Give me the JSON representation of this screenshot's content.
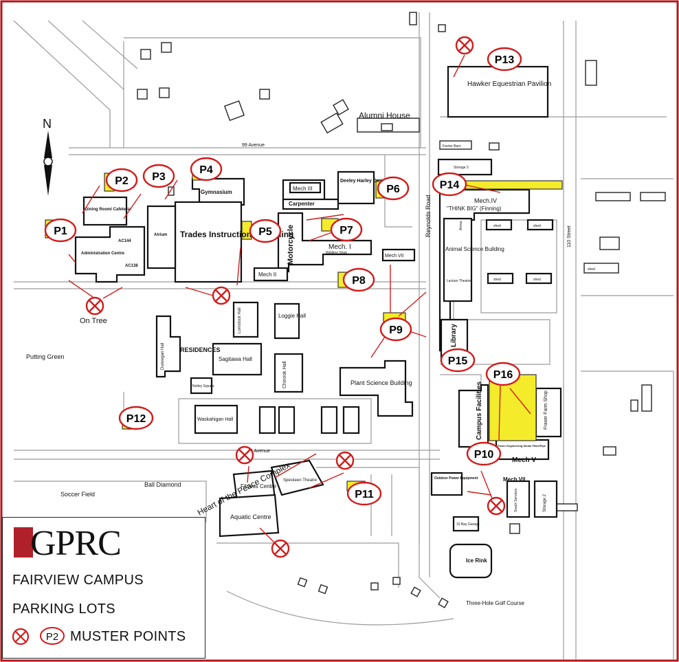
{
  "north": "N",
  "roads": {
    "avenue_top": "99 Avenue",
    "avenue_bottom": "95 Avenue",
    "reynolds": "Reynolds Road",
    "street_110": "110 Street",
    "peace_complex": "Heart of the Peace Complex"
  },
  "buildings": {
    "alumni": "Alumni House",
    "hawker": "Hawker Equestrian Pavilion",
    "farrier": "Farrier Barn",
    "storage3": "Storage 3",
    "mech3": "Mech III",
    "carpenter": "Carpenter",
    "deeley": "Deeley Harley Davidson",
    "gym": "Gymnasium",
    "dining": "Dining Room/ Cafeteria",
    "atrium": "Atrium",
    "trades": "Trades Instructional Building",
    "ac144": "AC144",
    "ac138": "AC138",
    "admin": "Administration Centre",
    "motorcycle": "Motorcycle",
    "mech1": "Mech. I",
    "welding": "Welding Shop",
    "mech2": "Mech II",
    "mech7top": "Mech VII",
    "mech4": "Mech.IV",
    "thinkbig": "\"THINK BIG\" (Finning)",
    "arena": "Arena",
    "animal": "Animal Science Building",
    "lecture": "Lecture Theatre",
    "library": "Library",
    "shed": "shed",
    "residences": "RESIDENCES",
    "dunvegan": "Dunvegan Hall",
    "lomstock": "Lomstock Hall",
    "loggie": "Loggie Hall",
    "sagitawa": "Sagitawa Hall",
    "chinook": "Chinook Hall",
    "notley": "Notley Square",
    "waskahigan": "Waskahigan Hall",
    "plant": "Plant Science Building",
    "campus_fac": "Campus Facilities",
    "fraser": "Fraser Farm Shop",
    "power": "Power Engineering Steam Fitter/Pipe",
    "mech5": "Mech V",
    "mech7": "Mech VII",
    "outdoor": "Outdoor Power Equipment",
    "snack": "Snack Services",
    "storage2": "Storage 2",
    "bay": "10 Bay Garage",
    "ice": "Ice Rink",
    "fitness": "Fitness Centre",
    "speckeen": "Speckeen Theatre",
    "aquatic": "Aquatic Centre",
    "putting": "Putting Green",
    "ball": "Ball Diamond",
    "soccer": "Soccer Field",
    "golf": "Three-Hole Golf Course",
    "ontree": "On Tree"
  },
  "parking": [
    {
      "id": "P1",
      "label": "P1"
    },
    {
      "id": "P2",
      "label": "P2"
    },
    {
      "id": "P3",
      "label": "P3"
    },
    {
      "id": "P4",
      "label": "P4"
    },
    {
      "id": "P5",
      "label": "P5"
    },
    {
      "id": "P6",
      "label": "P6"
    },
    {
      "id": "P7",
      "label": "P7"
    },
    {
      "id": "P8",
      "label": "P8"
    },
    {
      "id": "P9",
      "label": "P9"
    },
    {
      "id": "P10",
      "label": "P10"
    },
    {
      "id": "P11",
      "label": "P11"
    },
    {
      "id": "P12",
      "label": "P12"
    },
    {
      "id": "P13",
      "label": "P13"
    },
    {
      "id": "P14",
      "label": "P14"
    },
    {
      "id": "P15",
      "label": "P15"
    },
    {
      "id": "P16",
      "label": "P16"
    }
  ],
  "legend": {
    "logo": "GPRC",
    "campus": "FAIRVIEW CAMPUS",
    "parking": "PARKING LOTS",
    "sample_lot": "P2",
    "muster": "MUSTER POINTS"
  },
  "colors": {
    "accent": "#d21b1b",
    "lot_fill": "#f4ec2a",
    "border": "#b3151b",
    "logo_red": "#b0202a"
  }
}
